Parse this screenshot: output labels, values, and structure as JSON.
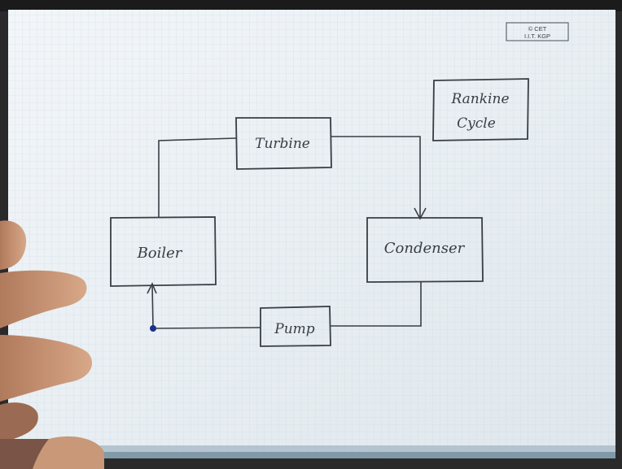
{
  "diagram": {
    "title_line1": "Rankine",
    "title_line2": "Cycle",
    "watermark_line1": "© CET",
    "watermark_line2": "I.I.T. KGP",
    "nodes": {
      "turbine": "Turbine",
      "boiler": "Boiler",
      "condenser": "Condenser",
      "pump": "Pump"
    }
  },
  "colors": {
    "paper": "#e8eef2",
    "grid": "#c9d6e2",
    "ink": "#3a3d46",
    "pump_dot": "#1d2f8a"
  }
}
